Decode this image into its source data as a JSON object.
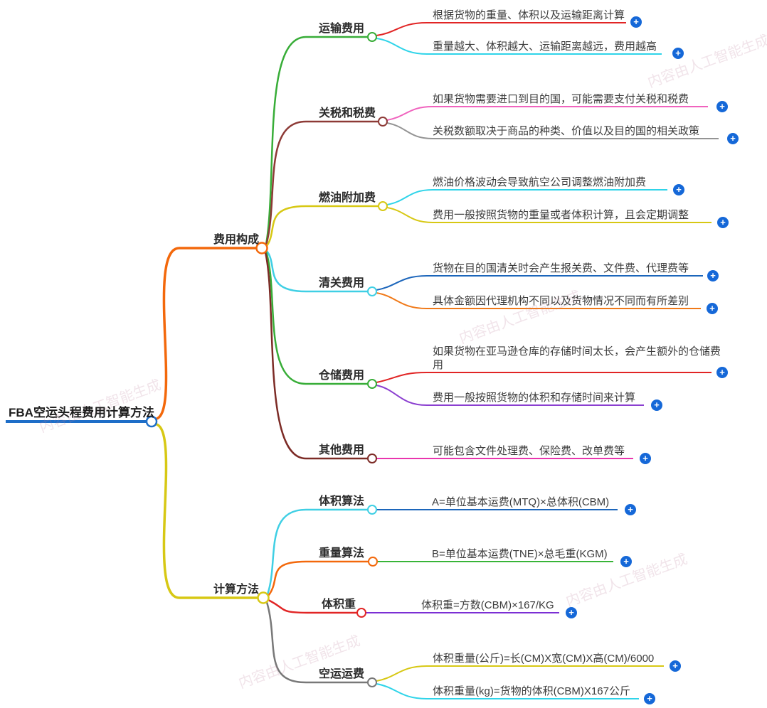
{
  "watermark": "内容由人工智能生成",
  "icons": {
    "expand": "+"
  },
  "colors": {
    "root_blue": "#1e6ec8",
    "branch_orange": "#f3680b",
    "branch_yellow": "#d7c814",
    "green": "#38ad38",
    "dark_red": "#8d3a36",
    "brown_red": "#7c2b26",
    "cyan": "#3fcfe4",
    "leaf_cyan": "#2fd4e9",
    "leaf_red": "#e12525",
    "pink": "#f063be",
    "gray": "#949494",
    "branch_gray": "#787878",
    "leaf_blue": "#1c66bb",
    "leaf_orange": "#f07918",
    "purple": "#8b3fd0",
    "deep_purple": "#7b2fd4",
    "magenta": "#e935ae",
    "leaf_green": "#38b438",
    "plus_blue": "#1568d8"
  },
  "root": {
    "label": "FBA空运头程费用计算方法"
  },
  "branches": [
    {
      "label": "费用构成",
      "children": [
        {
          "label": "运输费用",
          "leaves": [
            {
              "text": "根据货物的重量、体积以及运输距离计算"
            },
            {
              "text": "重量越大、体积越大、运输距离越远，费用越高"
            }
          ]
        },
        {
          "label": "关税和税费",
          "leaves": [
            {
              "text": "如果货物需要进口到目的国，可能需要支付关税和税费"
            },
            {
              "text": "关税数额取决于商品的种类、价值以及目的国的相关政策"
            }
          ]
        },
        {
          "label": "燃油附加费",
          "leaves": [
            {
              "text": "燃油价格波动会导致航空公司调整燃油附加费"
            },
            {
              "text": "费用一般按照货物的重量或者体积计算，且会定期调整"
            }
          ]
        },
        {
          "label": "清关费用",
          "leaves": [
            {
              "text": "货物在目的国清关时会产生报关费、文件费、代理费等"
            },
            {
              "text": "具体金额因代理机构不同以及货物情况不同而有所差别"
            }
          ]
        },
        {
          "label": "仓储费用",
          "leaves": [
            {
              "text": "如果货物在亚马逊仓库的存储时间太长，会产生额外的仓储费用"
            },
            {
              "text": "费用一般按照货物的体积和存储时间来计算"
            }
          ]
        },
        {
          "label": "其他费用",
          "leaves": [
            {
              "text": "可能包含文件处理费、保险费、改单费等"
            }
          ]
        }
      ]
    },
    {
      "label": "计算方法",
      "children": [
        {
          "label": "体积算法",
          "leaves": [
            {
              "text": "A=单位基本运费(MTQ)×总体积(CBM)"
            }
          ]
        },
        {
          "label": "重量算法",
          "leaves": [
            {
              "text": "B=单位基本运费(TNE)×总毛重(KGM)"
            }
          ]
        },
        {
          "label": "体积重",
          "leaves": [
            {
              "text": "体积重=方数(CBM)×167/KG"
            }
          ]
        },
        {
          "label": "空运运费",
          "leaves": [
            {
              "text": "体积重量(公斤)=长(CM)X宽(CM)X高(CM)/6000"
            },
            {
              "text": "体积重量(kg)=货物的体积(CBM)X167公斤"
            }
          ]
        }
      ]
    }
  ]
}
